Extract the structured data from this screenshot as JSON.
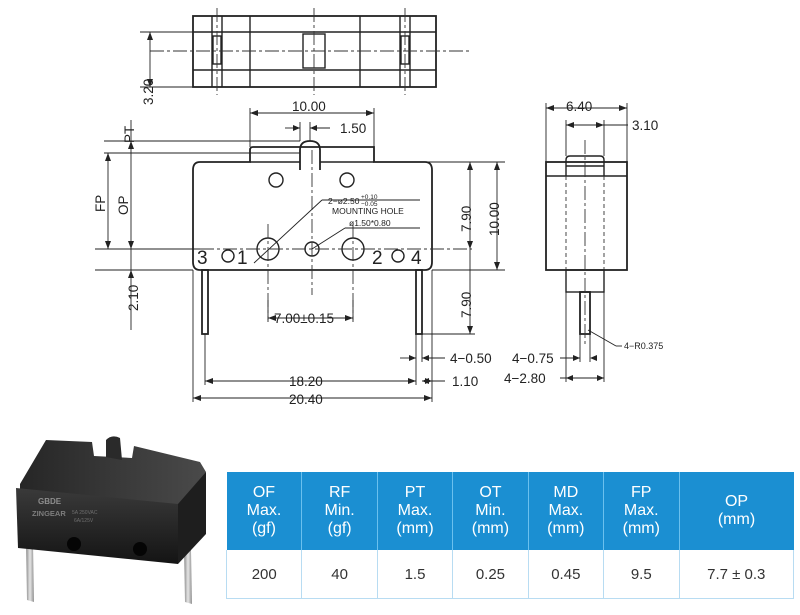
{
  "drawing": {
    "dims": {
      "d_10_00_top": "10.00",
      "d_1_50": "1.50",
      "d_3_20": "3.20",
      "d_pt": "PT",
      "d_fp": "FP",
      "d_op": "OP",
      "d_2_10": "2.10",
      "d_7_90_upper": "7.90",
      "d_10_00_side": "10.00",
      "d_7_90_lower": "7.90",
      "d_7_00": "7.00±0.15",
      "d_4_050": "4−0.50",
      "d_18_20": "18.20",
      "d_1_10": "1.10",
      "d_20_40": "20.40",
      "d_6_40": "6.40",
      "d_3_10": "3.10",
      "d_4_075": "4−0.75",
      "d_4_280": "4−2.80",
      "d_4_r0375": "4−R0.375",
      "mount_hole_main": "2−ø2.50",
      "mount_hole_tol_plus": "+0.10",
      "mount_hole_tol_minus": "−0.05",
      "mount_hole_label": "MOUNTING HOLE",
      "pin_hole": "ø1.50*0.80"
    },
    "terminals": {
      "t3": "3",
      "t1": "1",
      "t2": "2",
      "t4": "4"
    }
  },
  "photo": {
    "brand": "GBDE",
    "brand2": "ZINGEAR",
    "marking1": "5A 250VAC",
    "marking2": "6A/125V"
  },
  "spec_table": {
    "headers": [
      {
        "line1": "OF",
        "line2": "Max.",
        "line3": "(gf)"
      },
      {
        "line1": "RF",
        "line2": "Min.",
        "line3": "(gf)"
      },
      {
        "line1": "PT",
        "line2": "Max.",
        "line3": "(mm)"
      },
      {
        "line1": "OT",
        "line2": "Min.",
        "line3": "(mm)"
      },
      {
        "line1": "MD",
        "line2": "Max.",
        "line3": "(mm)"
      },
      {
        "line1": "FP",
        "line2": "Max.",
        "line3": "(mm)"
      },
      {
        "line1": "OP",
        "line2": "(mm)",
        "line3": ""
      }
    ],
    "values": [
      "200",
      "40",
      "1.5",
      "0.25",
      "0.45",
      "9.5",
      "7.7 ± 0.3"
    ]
  },
  "colors": {
    "header_bg": "#1b8fd2",
    "header_text": "#ffffff",
    "line": "#222222"
  }
}
